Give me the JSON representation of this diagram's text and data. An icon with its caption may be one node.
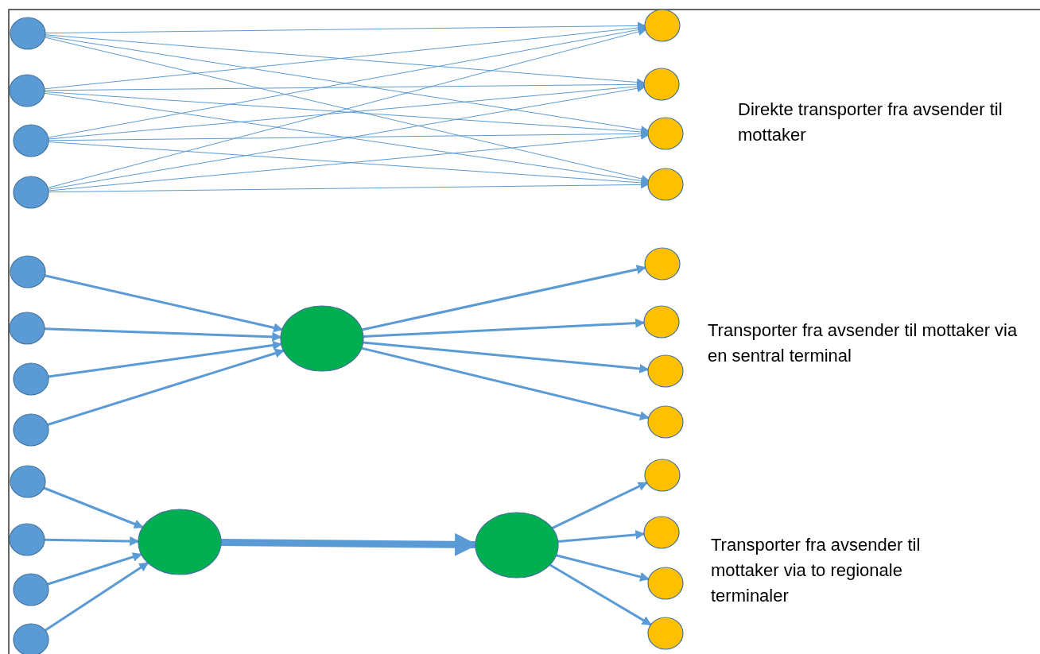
{
  "diagram": {
    "nodes": [
      {
        "text": [],
        "shape": "circle"
      },
      {
        "text": [],
        "shape": "circle"
      },
      {
        "text": [],
        "shape": "circle"
      },
      {
        "text": [],
        "shape": "circle"
      },
      {
        "text": [],
        "shape": "circle"
      },
      {
        "text": [],
        "shape": "circle"
      },
      {
        "text": [],
        "shape": "circle"
      },
      {
        "text": [],
        "shape": "circle"
      },
      {
        "text": [],
        "shape": "circle"
      },
      {
        "text": [],
        "shape": "circle"
      },
      {
        "text": [],
        "shape": "circle"
      },
      {
        "text": [],
        "shape": "circle"
      },
      {
        "text": [],
        "shape": "circle"
      },
      {
        "text": [],
        "shape": "circle"
      },
      {
        "text": [],
        "shape": "circle"
      },
      {
        "text": [],
        "shape": "circle"
      },
      {
        "text": [],
        "shape": "circle"
      },
      {
        "text": [],
        "shape": "circle"
      },
      {
        "text": [],
        "shape": "circle"
      },
      {
        "text": [],
        "shape": "circle"
      },
      {
        "text": [],
        "shape": "circle"
      },
      {
        "text": [],
        "shape": "circle"
      },
      {
        "text": [],
        "shape": "circle"
      },
      {
        "text": [],
        "shape": "circle"
      },
      {
        "text": [],
        "shape": "circle"
      },
      {
        "text": [],
        "shape": "circle"
      },
      {
        "text": [],
        "shape": "circle"
      }
    ],
    "edges": [
      {
        "from": 0,
        "to": 4,
        "arrow": "to"
      },
      {
        "from": 0,
        "to": 5,
        "arrow": "to"
      },
      {
        "from": 0,
        "to": 6,
        "arrow": "to"
      },
      {
        "from": 0,
        "to": 7,
        "arrow": "to"
      },
      {
        "from": 1,
        "to": 4,
        "arrow": "to"
      },
      {
        "from": 1,
        "to": 5,
        "arrow": "to"
      },
      {
        "from": 1,
        "to": 6,
        "arrow": "to"
      },
      {
        "from": 1,
        "to": 7,
        "arrow": "to"
      },
      {
        "from": 2,
        "to": 4,
        "arrow": "to"
      },
      {
        "from": 2,
        "to": 5,
        "arrow": "to"
      },
      {
        "from": 2,
        "to": 6,
        "arrow": "to"
      },
      {
        "from": 2,
        "to": 7,
        "arrow": "to"
      },
      {
        "from": 3,
        "to": 4,
        "arrow": "to"
      },
      {
        "from": 3,
        "to": 5,
        "arrow": "to"
      },
      {
        "from": 3,
        "to": 6,
        "arrow": "to"
      },
      {
        "from": 3,
        "to": 7,
        "arrow": "to"
      },
      {
        "from": 8,
        "to": 12,
        "arrow": "to"
      },
      {
        "from": 9,
        "to": 12,
        "arrow": "to"
      },
      {
        "from": 10,
        "to": 12,
        "arrow": "to"
      },
      {
        "from": 11,
        "to": 12,
        "arrow": "to"
      },
      {
        "from": 12,
        "to": 13,
        "arrow": "to"
      },
      {
        "from": 12,
        "to": 14,
        "arrow": "to"
      },
      {
        "from": 12,
        "to": 15,
        "arrow": "to"
      },
      {
        "from": 12,
        "to": 16,
        "arrow": "to"
      },
      {
        "from": 17,
        "to": 21,
        "arrow": "to"
      },
      {
        "from": 18,
        "to": 21,
        "arrow": "to"
      },
      {
        "from": 19,
        "to": 21,
        "arrow": "to"
      },
      {
        "from": 20,
        "to": 21,
        "arrow": "to"
      },
      {
        "from": 21,
        "to": 22,
        "arrow": "to",
        "style": "thick"
      },
      {
        "from": 22,
        "to": 23,
        "arrow": "to"
      },
      {
        "from": 22,
        "to": 24,
        "arrow": "to"
      },
      {
        "from": 22,
        "to": 25,
        "arrow": "to"
      },
      {
        "from": 22,
        "to": 26,
        "arrow": "to"
      }
    ],
    "labels": [
      "Direkte transporter fra avsender til mottaker",
      "Transporter fra avsender til mottaker via en sentral terminal",
      "Transporter fra avsender til mottaker via to regionale terminaler"
    ]
  }
}
